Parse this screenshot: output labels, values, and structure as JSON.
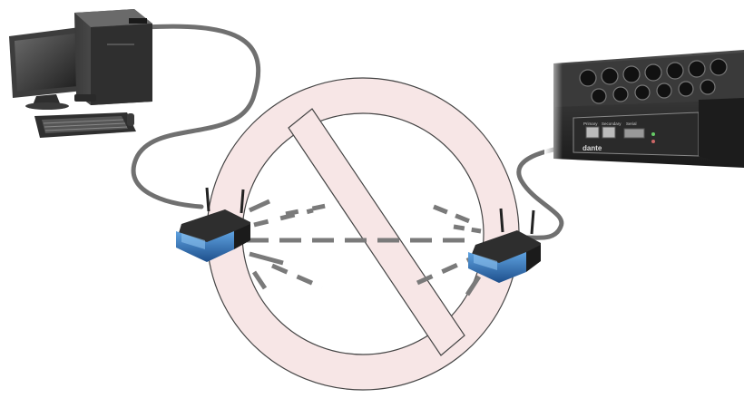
{
  "diagram": {
    "prohibition_color": "#c00000",
    "prohibition_fill": "#f9e8e8",
    "cable_color": "#6a6a6a",
    "router_color": "#2a6db5",
    "signal_color": "#7a7a7a"
  },
  "device_panel": {
    "brand_text": "dante",
    "port_labels": [
      "Primary",
      "Secondary",
      "Serial"
    ]
  },
  "icons": [
    "desktop-computer-icon",
    "keyboard-icon",
    "wireless-router-icon",
    "audio-rack-unit-icon",
    "prohibition-sign-icon"
  ]
}
